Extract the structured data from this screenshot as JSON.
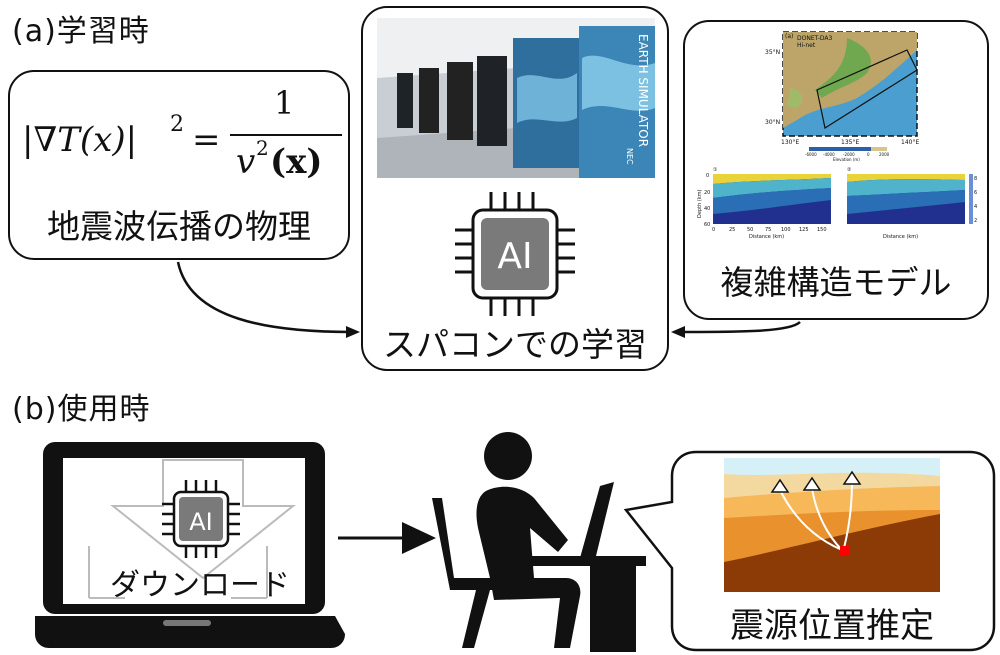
{
  "section_a": {
    "label": "(a)学習時",
    "physics_box": {
      "equation": {
        "lhs": "|∇T(x)|",
        "exponent": "2",
        "equals": "=",
        "numerator": "1",
        "denominator_base": "v",
        "denominator_exp": "2",
        "denominator_arg": "(x)"
      },
      "caption": "地震波伝播の物理"
    },
    "supercomputer_box": {
      "photo_text": "EARTH SIMULATOR",
      "photo_brand": "NEC",
      "chip_label": "AI",
      "caption": "スパコンでの学習"
    },
    "model_box": {
      "map_panel_label": "(a)",
      "map_legend": [
        "DONET-DA3",
        "Hi-net"
      ],
      "map_lat_labels": [
        "35°N",
        "30°N"
      ],
      "map_lon_labels": [
        "130°E",
        "135°E",
        "140°E"
      ],
      "map_colorbar_ticks": [
        "-6000",
        "-4000",
        "-2000",
        "0",
        "2000"
      ],
      "map_colorbar_label": "Elevation (m)",
      "section_panel_labels": [
        "①",
        "②"
      ],
      "section_depth_label": "Depth (km)",
      "section_depth_ticks": [
        "0",
        "20",
        "40",
        "60"
      ],
      "section_distance_ticks": [
        "0",
        "25",
        "50",
        "75",
        "100",
        "125",
        "150"
      ],
      "section_distance_label": "Distance (km)",
      "section_colorbar_ticks": [
        "8",
        "6",
        "4",
        "2"
      ],
      "caption": "複雑構造モデル"
    }
  },
  "section_b": {
    "label": "(b)使用時",
    "laptop": {
      "chip_label": "AI",
      "caption": "ダウンロード"
    },
    "bubble": {
      "caption": "震源位置推定"
    }
  },
  "colors": {
    "line": "#111111",
    "chip_gray": "#7a7a7a",
    "layer_top": "#f3d9a0",
    "layer_mid": "#e9912c",
    "layer_bottom": "#8c3b06",
    "sky": "#d6f0f8",
    "hypocenter": "#ff0000"
  }
}
